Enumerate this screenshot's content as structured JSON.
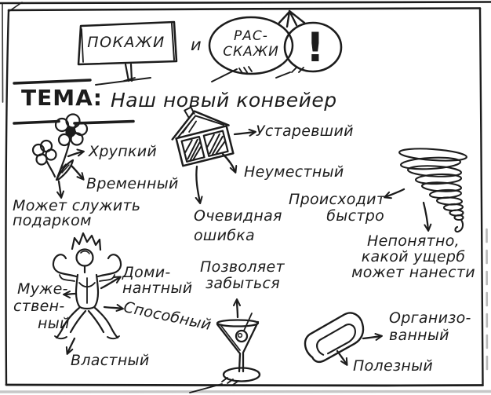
{
  "page": {
    "ink": "#1c1c1c",
    "paper": "#ffffff"
  },
  "header": {
    "sign_label": "ПОКАЖИ",
    "conjunction": "и",
    "bubble_line1": "РАС-",
    "bubble_line2": "СКАЖИ",
    "exclamation": "!"
  },
  "topic": {
    "label": "ТЕМА:",
    "title": "Наш новый конвейер"
  },
  "flower": {
    "fragile": "Хрупкий",
    "temporary": "Временный",
    "gift_line1": "Может служить",
    "gift_line2": "подарком"
  },
  "house": {
    "outdated": "Устаревший",
    "inappropriate": "Неуместный",
    "mistake_line1": "Очевидная",
    "mistake_line2": "ошибка"
  },
  "tornado": {
    "fast_line1": "Происходит",
    "fast_line2": "быстро",
    "damage_line1": "Непонятно,",
    "damage_line2": "какой ущерб",
    "damage_line3": "может нанести"
  },
  "strongman": {
    "dominant_line1": "Доми-",
    "dominant_line2": "нантный",
    "manly_line1": "Муже-",
    "manly_line2": "ствен-",
    "manly_line3": "ный",
    "capable": "Способный",
    "powerful": "Властный"
  },
  "martini": {
    "forget_line1": "Позволяет",
    "forget_line2": "забыться"
  },
  "paperclip": {
    "organized_line1": "Организо-",
    "organized_line2": "ванный",
    "useful": "Полезный"
  }
}
